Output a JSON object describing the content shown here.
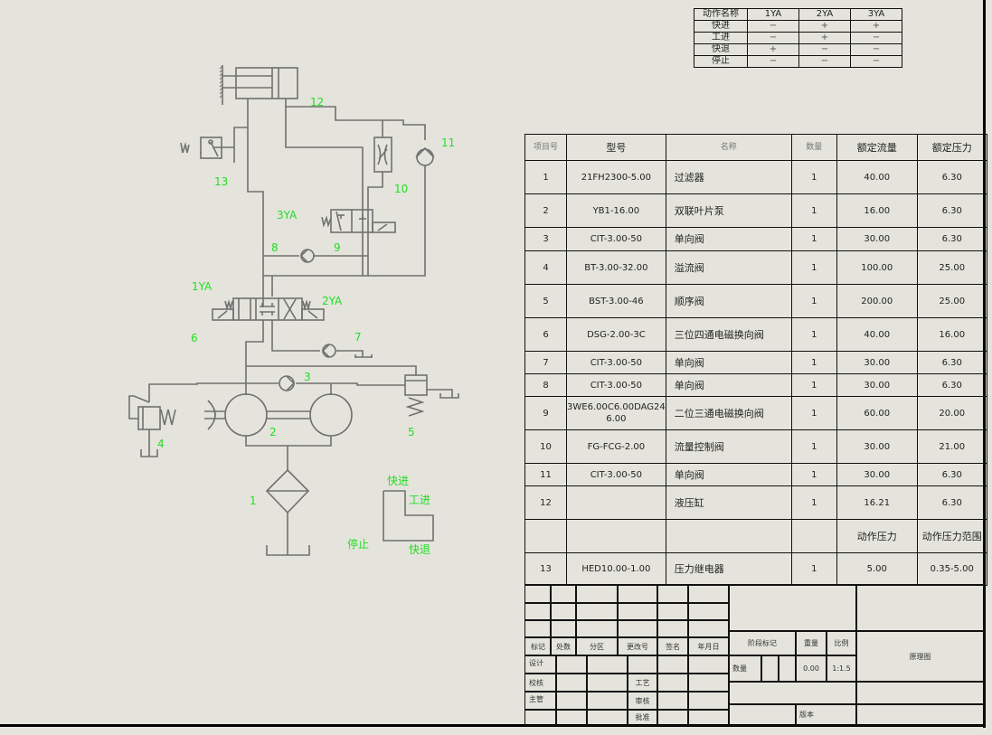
{
  "schematic": {
    "labels": {
      "c1": "1",
      "c2": "2",
      "c3": "3",
      "c4": "4",
      "c5": "5",
      "c6": "6",
      "c7": "7",
      "c8": "8",
      "c9": "9",
      "c10": "10",
      "c11": "11",
      "c12": "12",
      "c13": "13",
      "ya1": "1YA",
      "ya2": "2YA",
      "ya3": "3YA"
    },
    "cycle_diagram": {
      "fast_forward": "快进",
      "work_feed": "工进",
      "stop": "停止",
      "fast_return": "快退"
    }
  },
  "action_table": {
    "header": [
      "动作名称",
      "1YA",
      "2YA",
      "3YA"
    ],
    "rows": [
      [
        "快进",
        "−",
        "+",
        "+"
      ],
      [
        "工进",
        "−",
        "+",
        "−"
      ],
      [
        "快退",
        "+",
        "−",
        "−"
      ],
      [
        "停止",
        "−",
        "−",
        "−"
      ]
    ]
  },
  "parts_table": {
    "header": [
      "项目号",
      "型号",
      "名称",
      "数量",
      "额定流量",
      "额定压力"
    ],
    "rows": [
      {
        "no": "1",
        "model": "21FH2300-5.00",
        "name": "过滤器",
        "qty": "1",
        "flow": "40.00",
        "pressure": "6.30"
      },
      {
        "no": "2",
        "model": "YB1-16.00",
        "name": "双联叶片泵",
        "qty": "1",
        "flow": "16.00",
        "pressure": "6.30"
      },
      {
        "no": "3",
        "model": "CIT-3.00-50",
        "name": "单向阀",
        "qty": "1",
        "flow": "30.00",
        "pressure": "6.30"
      },
      {
        "no": "4",
        "model": "BT-3.00-32.00",
        "name": "溢流阀",
        "qty": "1",
        "flow": "100.00",
        "pressure": "25.00"
      },
      {
        "no": "5",
        "model": "BST-3.00-46",
        "name": "顺序阀",
        "qty": "1",
        "flow": "200.00",
        "pressure": "25.00"
      },
      {
        "no": "6",
        "model": "DSG-2.00-3C",
        "name": "三位四通电磁换向阀",
        "qty": "1",
        "flow": "40.00",
        "pressure": "16.00"
      },
      {
        "no": "7",
        "model": "CIT-3.00-50",
        "name": "单向阀",
        "qty": "1",
        "flow": "30.00",
        "pressure": "6.30"
      },
      {
        "no": "8",
        "model": "CIT-3.00-50",
        "name": "单向阀",
        "qty": "1",
        "flow": "30.00",
        "pressure": "6.30"
      },
      {
        "no": "9",
        "model": "3WE6.00C6.00DAG24 6.00",
        "name": "二位三通电磁换向阀",
        "qty": "1",
        "flow": "60.00",
        "pressure": "20.00"
      },
      {
        "no": "10",
        "model": "FG-FCG-2.00",
        "name": "流量控制阀",
        "qty": "1",
        "flow": "30.00",
        "pressure": "21.00"
      },
      {
        "no": "11",
        "model": "CIT-3.00-50",
        "name": "单向阀",
        "qty": "1",
        "flow": "30.00",
        "pressure": "6.30"
      },
      {
        "no": "12",
        "model": "",
        "name": "液压缸",
        "qty": "1",
        "flow": "16.21",
        "pressure": "6.30"
      }
    ],
    "sub_header": {
      "col5": "动作压力",
      "col6": "动作压力范围"
    },
    "extra_row": {
      "no": "13",
      "model": "HED10.00-1.00",
      "name": "压力继电器",
      "qty": "1",
      "action_pressure": "5.00",
      "pressure_range": "0.35-5.00"
    }
  },
  "title_block": {
    "revision_headers": [
      "标记",
      "处数",
      "分区",
      "更改号",
      "签名",
      "年月日"
    ],
    "design": "设计",
    "check": "校核",
    "supervisor": "主管",
    "process": "工艺",
    "review": "审核",
    "approve": "批准",
    "stage_mark": "阶段标记",
    "weight": "重量",
    "scale": "比例",
    "quantity": "数量",
    "weight_value": "0.00",
    "scale_value": "1:1.5",
    "drawing_name": "原理图",
    "version": "版本"
  }
}
